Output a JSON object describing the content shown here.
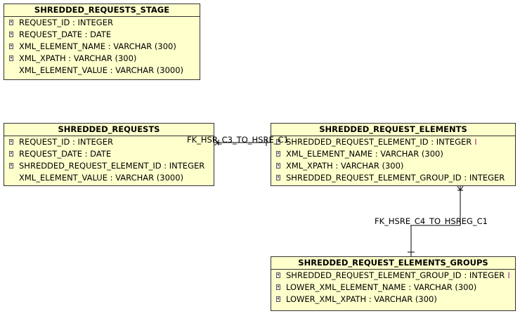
{
  "entities": {
    "stage": {
      "title": "SHREDDED_REQUESTS_STAGE",
      "columns": [
        "REQUEST_ID : INTEGER",
        "REQUEST_DATE : DATE",
        "XML_ELEMENT_NAME : VARCHAR (300)",
        "XML_XPATH : VARCHAR (300)",
        "XML_ELEMENT_VALUE : VARCHAR (3000)"
      ]
    },
    "requests": {
      "title": "SHREDDED_REQUESTS",
      "columns": [
        "REQUEST_ID : INTEGER",
        "REQUEST_DATE : DATE",
        "SHREDDED_REQUEST_ELEMENT_ID : INTEGER",
        "XML_ELEMENT_VALUE : VARCHAR (3000)"
      ]
    },
    "elements": {
      "title": "SHREDDED_REQUEST_ELEMENTS",
      "columns": [
        "SHREDDED_REQUEST_ELEMENT_ID : INTEGER",
        "XML_ELEMENT_NAME : VARCHAR (300)",
        "XML_XPATH : VARCHAR (300)",
        "SHREDDED_REQUEST_ELEMENT_GROUP_ID : INTEGER"
      ],
      "index_marker": "I"
    },
    "groups": {
      "title": "SHREDDED_REQUEST_ELEMENTS_GROUPS",
      "columns": [
        "SHREDDED_REQUEST_ELEMENT_GROUP_ID : INTEGER",
        "LOWER_XML_ELEMENT_NAME : VARCHAR (300)",
        "LOWER_XML_XPATH : VARCHAR (300)"
      ],
      "index_marker": "I"
    }
  },
  "relationships": {
    "fk1": "FK_HSR_C3_TO_HSRE_C1",
    "fk2": "FK_HSRE_C4_TO_HSREG_C1"
  },
  "colors": {
    "entity_fill": "#ffffcc",
    "border": "#333333",
    "index_marker": "#a020a0"
  }
}
